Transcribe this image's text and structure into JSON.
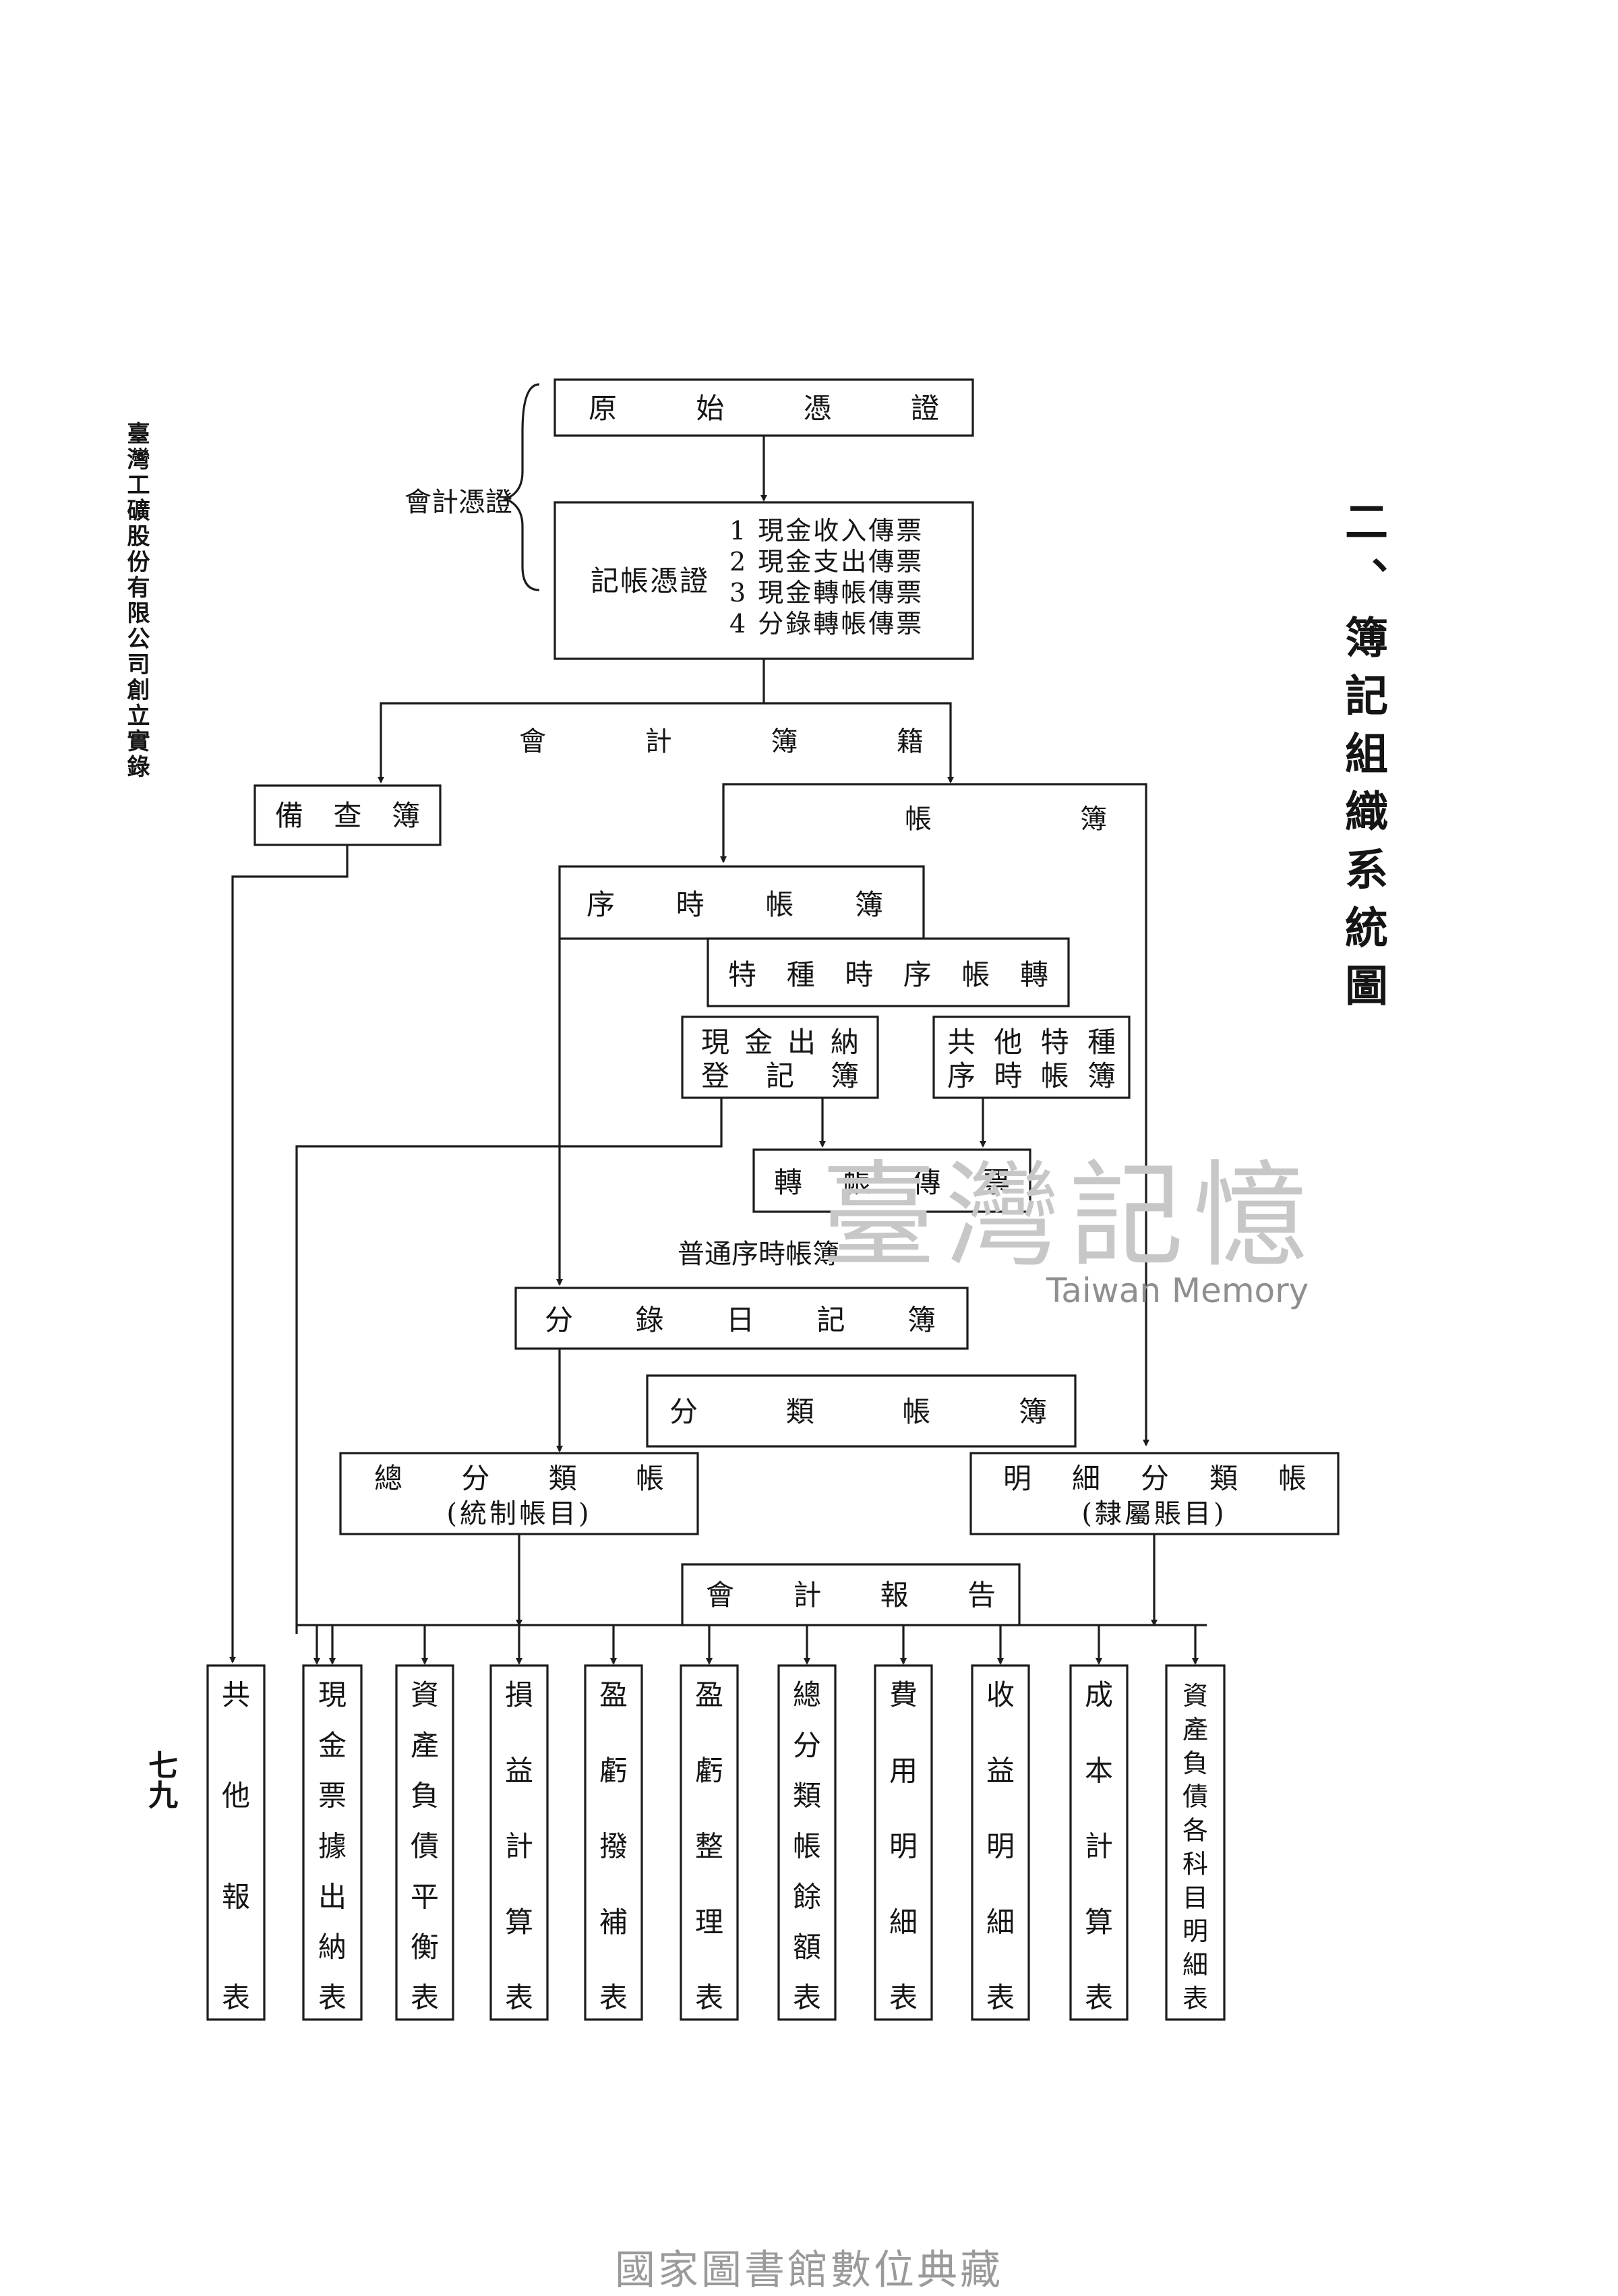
{
  "side_title": "臺灣工礦股份有限公司創立實錄",
  "page_number": "七九",
  "section_title": "二、簿記組織系統圖",
  "watermark": {
    "main": "臺灣記憶",
    "sub": "Taiwan Memory"
  },
  "footer": "國家圖書館數位典藏",
  "diagram": {
    "group_accounting_vouchers": "會計憑證",
    "original_voucher": "原始憑證",
    "bookkeeping_voucher": "記帳憑證",
    "voucher_types": [
      "1 現金收入傳票",
      "2 現金支出傳票",
      "3 現金轉帳傳票",
      "4 分錄轉帳傳票"
    ],
    "accounting_books": "會計簿籍",
    "memo_book": "備查簿",
    "account_books": "帳簿",
    "chronological_books": "序時帳簿",
    "special_chronological": "特種時序帳轉",
    "cash_register": [
      "現金出納",
      "登記簿"
    ],
    "other_special": [
      "共他特種",
      "序時帳簿"
    ],
    "transfer_voucher": "轉帳傳票",
    "general_chronological": "普通序時帳簿",
    "journal": "分錄日記簿",
    "ledger_books": "分類帳簿",
    "general_ledger": [
      "總分類帳",
      "(統制帳目)"
    ],
    "subsidiary_ledger": [
      "明細分類帳",
      "(隸屬賬目)"
    ],
    "accounting_reports": "會計報告",
    "reports": [
      "共他報表",
      "現金票據出納表",
      "資產負債平衡表",
      "損益計算表",
      "盈虧撥補表",
      "盈虧整理表",
      "總分類帳餘額表",
      "費用明細表",
      "收益明細表",
      "成本計算表",
      "資產負債各科目明細表"
    ]
  }
}
